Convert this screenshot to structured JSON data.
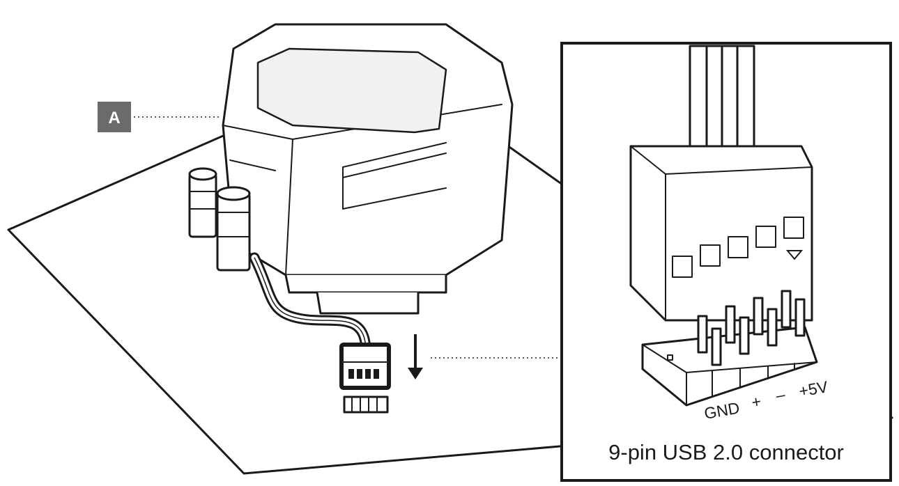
{
  "callout": {
    "label": "A"
  },
  "inset": {
    "caption": "9-pin USB 2.0 connector",
    "pin_labels": {
      "gnd": "GND",
      "plus": "+",
      "minus": "–",
      "v5": "+5V"
    }
  },
  "colors": {
    "line": "#1a1a1a",
    "badge": "#6b6b6b",
    "background": "#ffffff"
  }
}
